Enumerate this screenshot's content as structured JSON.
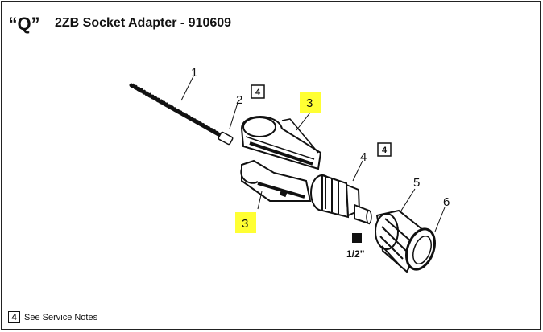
{
  "header": {
    "code": "“Q”",
    "title": "2ZB Socket Adapter - 910609"
  },
  "callouts": {
    "part1": "1",
    "part2": "2",
    "part3_top": "3",
    "part3_bottom": "3",
    "part4": "4",
    "part5": "5",
    "part6": "6",
    "note_near_2": "4",
    "note_near_4": "4"
  },
  "drive_label": "1/2”",
  "footer": {
    "note_number": "4",
    "note_text": "See Service Notes"
  },
  "colors": {
    "highlight": "#ffff33",
    "ink": "#111111"
  }
}
